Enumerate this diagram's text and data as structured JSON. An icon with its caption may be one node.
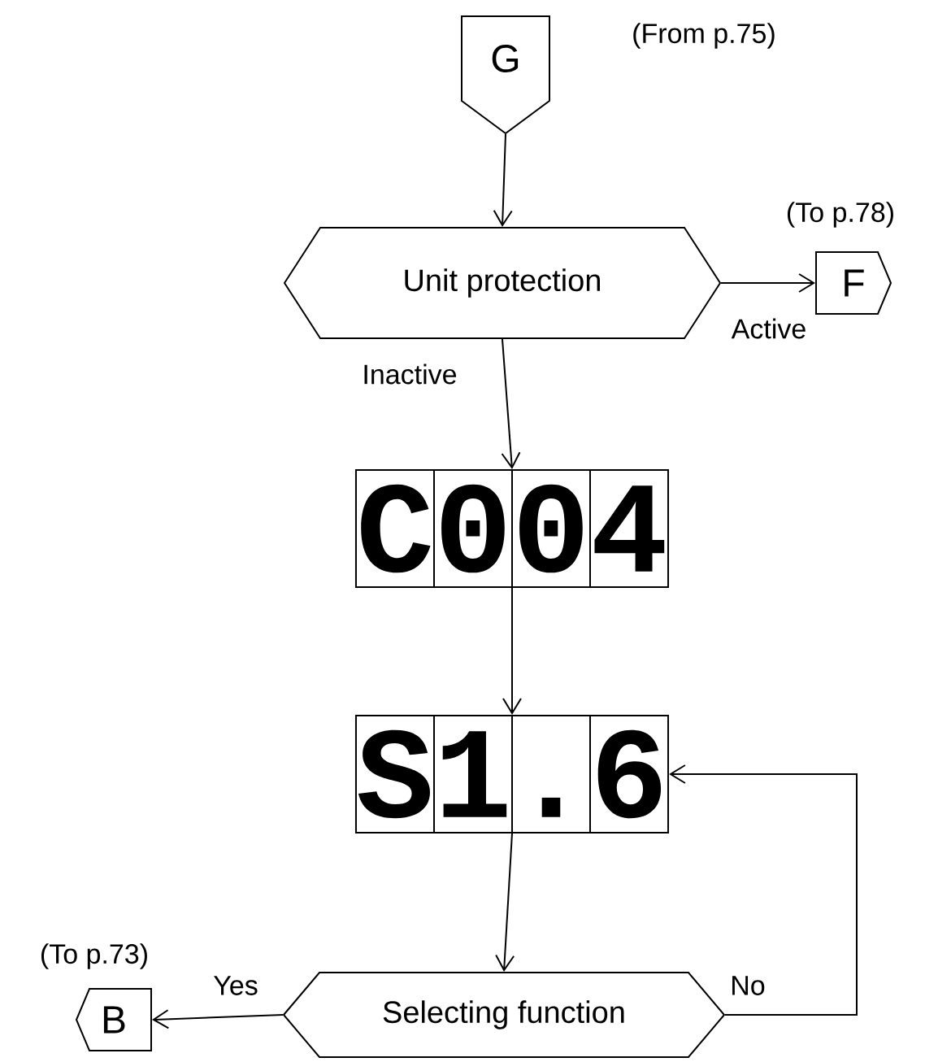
{
  "diagram": {
    "nodes": [
      {
        "text": [
          "G"
        ],
        "beside": [
          "(From p.75)"
        ]
      },
      {
        "text": [
          "Unit protection"
        ]
      },
      {
        "text": [
          "F"
        ],
        "beside": [
          "(To p.78)"
        ]
      },
      {
        "text": [
          "C004"
        ]
      },
      {
        "text": [
          "S1.6"
        ]
      },
      {
        "text": [
          "Selecting function"
        ]
      },
      {
        "text": [
          "B"
        ],
        "beside": [
          "(To p.73)"
        ]
      }
    ],
    "edges": [
      {
        "from": 0,
        "to": 1,
        "arrow": "to"
      },
      {
        "from": 1,
        "to": 2,
        "arrow": "to",
        "label": "Active"
      },
      {
        "from": 1,
        "to": 3,
        "arrow": "to",
        "label": "Inactive"
      },
      {
        "from": 3,
        "to": 4,
        "arrow": "to"
      },
      {
        "from": 4,
        "to": 5,
        "arrow": "to"
      },
      {
        "from": 5,
        "to": 6,
        "arrow": "to",
        "label": "Yes"
      },
      {
        "from": 5,
        "to": 4,
        "arrow": "to",
        "label": "No"
      }
    ]
  }
}
